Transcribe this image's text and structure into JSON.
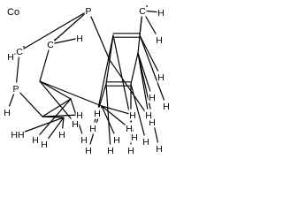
{
  "molecule_label": "Co",
  "atoms": [
    {
      "id": "P1",
      "symbol": "P",
      "radical": false
    },
    {
      "id": "P2",
      "symbol": "P",
      "radical": false
    },
    {
      "id": "C1",
      "symbol": "C",
      "radical": true
    },
    {
      "id": "C2",
      "symbol": "C",
      "radical": true
    },
    {
      "id": "C3",
      "symbol": "C",
      "radical": true
    },
    {
      "id": "C4",
      "symbol": "",
      "radical": false
    },
    {
      "id": "C5",
      "symbol": "",
      "radical": false
    },
    {
      "id": "C6",
      "symbol": "",
      "radical": false
    },
    {
      "id": "C7",
      "symbol": "",
      "radical": false
    },
    {
      "id": "C8",
      "symbol": "",
      "radical": false
    },
    {
      "id": "C9",
      "symbol": "",
      "radical": false
    },
    {
      "id": "C10",
      "symbol": "",
      "radical": false
    },
    {
      "id": "C11",
      "symbol": "",
      "radical": false
    },
    {
      "id": "C12",
      "symbol": "",
      "radical": false
    },
    {
      "id": "C13",
      "symbol": "",
      "radical": false
    },
    {
      "id": "C14",
      "symbol": "",
      "radical": false
    },
    {
      "id": "H1",
      "symbol": "H",
      "radical": false
    },
    {
      "id": "H2",
      "symbol": "H",
      "radical": false
    },
    {
      "id": "H3",
      "symbol": "H",
      "radical": false
    },
    {
      "id": "H4",
      "symbol": "H",
      "radical": false
    },
    {
      "id": "H5",
      "symbol": "H",
      "radical": false
    },
    {
      "id": "H6",
      "symbol": "H",
      "radical": false
    },
    {
      "id": "H7",
      "symbol": "HH",
      "radical": false
    },
    {
      "id": "H8",
      "symbol": "H",
      "radical": false
    },
    {
      "id": "H9",
      "symbol": "H",
      "radical": false
    },
    {
      "id": "H10",
      "symbol": "H",
      "radical": false
    },
    {
      "id": "H11",
      "symbol": "H",
      "radical": false
    },
    {
      "id": "H12",
      "symbol": "H",
      "radical": false
    },
    {
      "id": "H13",
      "symbol": "H",
      "radical": false
    },
    {
      "id": "H14",
      "symbol": "H",
      "radical": false
    },
    {
      "id": "H15",
      "symbol": "H",
      "radical": false
    },
    {
      "id": "H16",
      "symbol": "H",
      "radical": false
    },
    {
      "id": "H17",
      "symbol": "H",
      "radical": false
    },
    {
      "id": "H18",
      "symbol": "H",
      "radical": false
    },
    {
      "id": "H19",
      "symbol": "H",
      "radical": false
    },
    {
      "id": "H20",
      "symbol": "H",
      "radical": false
    },
    {
      "id": "H21",
      "symbol": "H",
      "radical": false
    },
    {
      "id": "H22",
      "symbol": "H",
      "radical": false
    },
    {
      "id": "H23",
      "symbol": "H",
      "radical": false
    },
    {
      "id": "H24",
      "symbol": "H",
      "radical": false
    },
    {
      "id": "H25",
      "symbol": "H",
      "radical": false
    },
    {
      "id": "H26",
      "symbol": "H",
      "radical": false
    },
    {
      "id": "H27",
      "symbol": "H",
      "radical": false
    },
    {
      "id": "H28",
      "symbol": "H",
      "radical": false
    }
  ],
  "bonds": [
    {
      "from": "C1",
      "to": "P1",
      "order": 1
    },
    {
      "from": "P1",
      "to": "C2",
      "order": 1
    },
    {
      "from": "C1",
      "to": "P2",
      "order": 1
    },
    {
      "from": "C2",
      "to": "C4",
      "order": 1
    },
    {
      "from": "P2",
      "to": "C5",
      "order": 1
    },
    {
      "from": "C4",
      "to": "C6",
      "order": 1
    },
    {
      "from": "C4",
      "to": "C7",
      "order": 1
    },
    {
      "from": "C5",
      "to": "C6",
      "order": 1
    },
    {
      "from": "C5",
      "to": "C8",
      "order": 1
    },
    {
      "from": "P1",
      "to": "C9",
      "order": 1
    },
    {
      "from": "C9",
      "to": "C10",
      "order": 1
    },
    {
      "from": "C10",
      "to": "C11",
      "order": 2
    },
    {
      "from": "C11",
      "to": "C12",
      "order": 1
    },
    {
      "from": "C3",
      "to": "C12",
      "order": 1
    },
    {
      "from": "C3",
      "to": "C13",
      "order": 1
    },
    {
      "from": "C13",
      "to": "C14",
      "order": 2
    },
    {
      "from": "C14",
      "to": "C9",
      "order": 1
    },
    {
      "from": "C1",
      "to": "H1",
      "order": 1
    },
    {
      "from": "C2",
      "to": "H2",
      "order": 1
    },
    {
      "from": "P2",
      "to": "H3",
      "order": 1
    },
    {
      "from": "C3",
      "to": "H4",
      "order": 1
    },
    {
      "from": "C3",
      "to": "H5",
      "order": 1
    },
    {
      "from": "C7",
      "to": "H6",
      "order": 1
    },
    {
      "from": "C8",
      "to": "H7",
      "order": 1
    },
    {
      "from": "C8",
      "to": "H8",
      "order": 1
    },
    {
      "from": "C8",
      "to": "H9",
      "order": 1
    },
    {
      "from": "C6",
      "to": "H10",
      "order": 1
    },
    {
      "from": "C6",
      "to": "H11",
      "order": 1
    },
    {
      "from": "C7",
      "to": "H12",
      "order": 1
    },
    {
      "from": "C7",
      "to": "H13",
      "order": 1
    },
    {
      "from": "C5",
      "to": "H14",
      "order": 1
    },
    {
      "from": "C4",
      "to": "H15",
      "order": 1
    },
    {
      "from": "C9",
      "to": "H16",
      "order": 1
    },
    {
      "from": "C10",
      "to": "H17",
      "order": 1
    },
    {
      "from": "C11",
      "to": "H18",
      "order": 1
    },
    {
      "from": "C12",
      "to": "H19",
      "order": 1
    },
    {
      "from": "C12",
      "to": "H20",
      "order": 1
    },
    {
      "from": "C13",
      "to": "H21",
      "order": 1
    },
    {
      "from": "C14",
      "to": "H22",
      "order": 1
    },
    {
      "from": "C13",
      "to": "H23",
      "order": 1
    },
    {
      "from": "C11",
      "to": "H24",
      "order": 1
    },
    {
      "from": "C10",
      "to": "H25",
      "order": 1
    },
    {
      "from": "C14",
      "to": "H26",
      "order": 1
    },
    {
      "from": "C12",
      "to": "H27",
      "order": 1
    },
    {
      "from": "C7",
      "to": "H28",
      "order": 1
    }
  ]
}
